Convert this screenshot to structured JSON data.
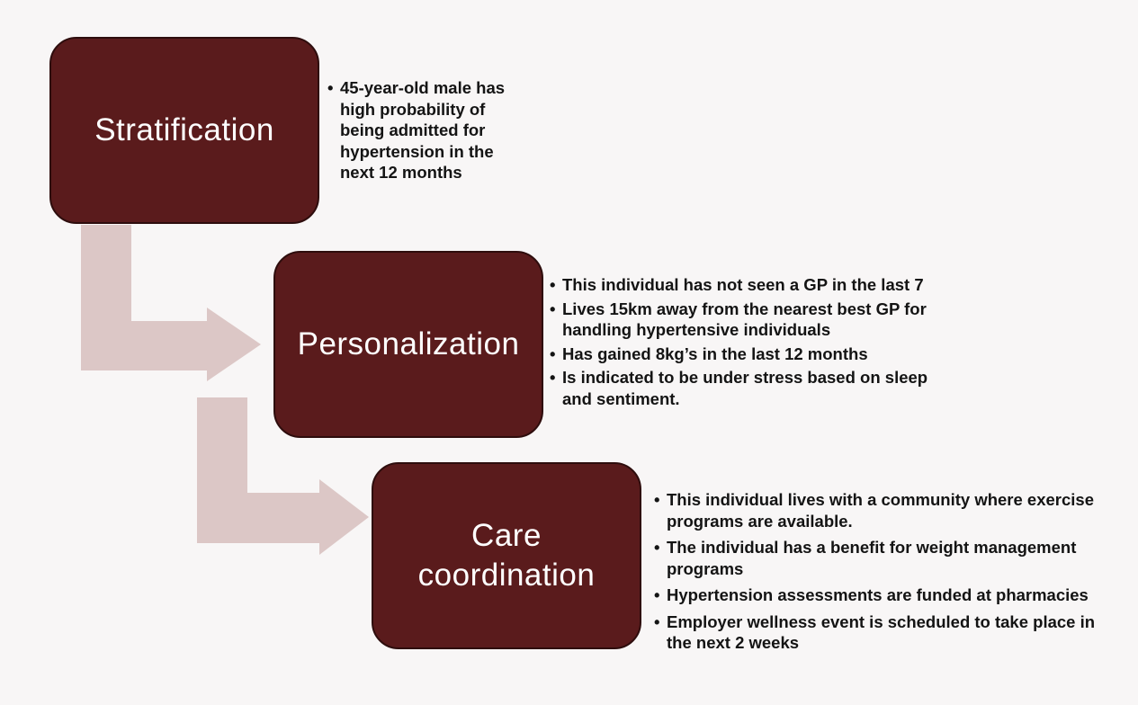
{
  "colors": {
    "box_fill": "#5a1b1c",
    "box_border": "#2e0d0d",
    "arrow_fill": "#dcc7c6",
    "background": "#f8f6f6",
    "text_dark": "#141414",
    "text_light": "#ffffff"
  },
  "stages": [
    {
      "title": "Stratification",
      "bullets": [
        "45-year-old male has high probability of being admitted for hypertension in the next 12 months"
      ]
    },
    {
      "title": "Personalization",
      "bullets": [
        "This individual has not seen a GP in the last 7",
        "Lives 15km away from the nearest best GP for handling hypertensive individuals",
        "Has gained 8kg’s in the last 12 months",
        "Is indicated to be under stress based on sleep and sentiment."
      ]
    },
    {
      "title": "Care\ncoordination",
      "bullets": [
        "This individual lives with a community where exercise programs are available.",
        "The individual has a benefit for weight management programs",
        "Hypertension assessments are funded at pharmacies",
        "Employer wellness event is scheduled to take place in the next 2 weeks"
      ]
    }
  ]
}
